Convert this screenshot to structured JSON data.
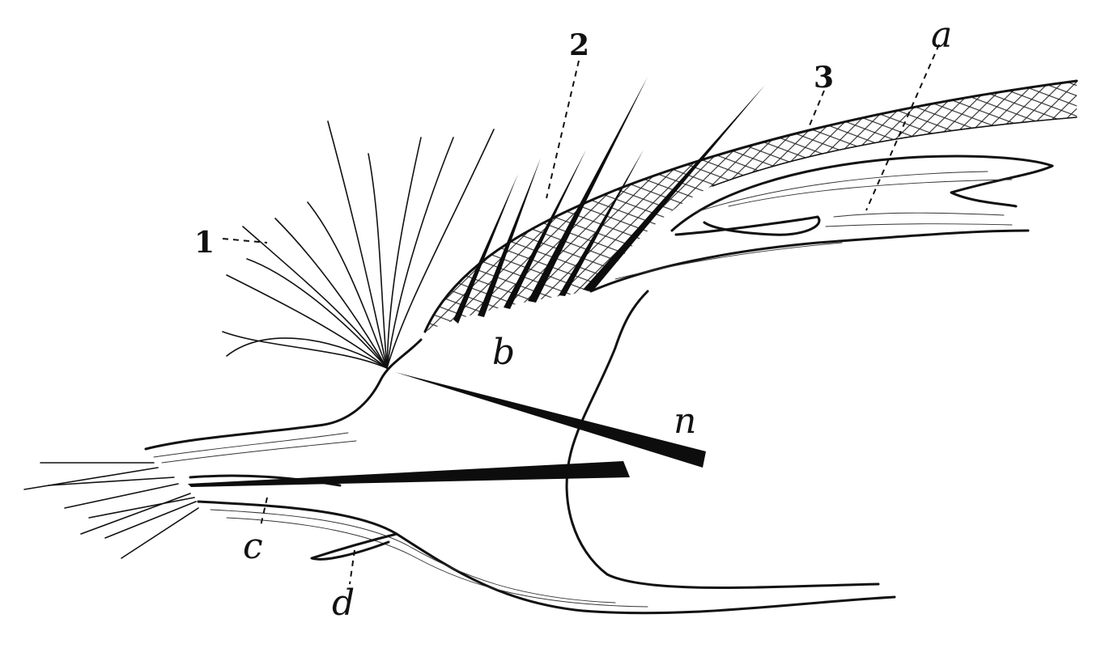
{
  "figure": {
    "labels": {
      "one": "1",
      "two": "2",
      "three": "3",
      "a": "a",
      "b": "b",
      "c": "c",
      "d": "d",
      "n": "n"
    },
    "colors": {
      "ink": "#111111",
      "paper": "#ffffff"
    }
  }
}
